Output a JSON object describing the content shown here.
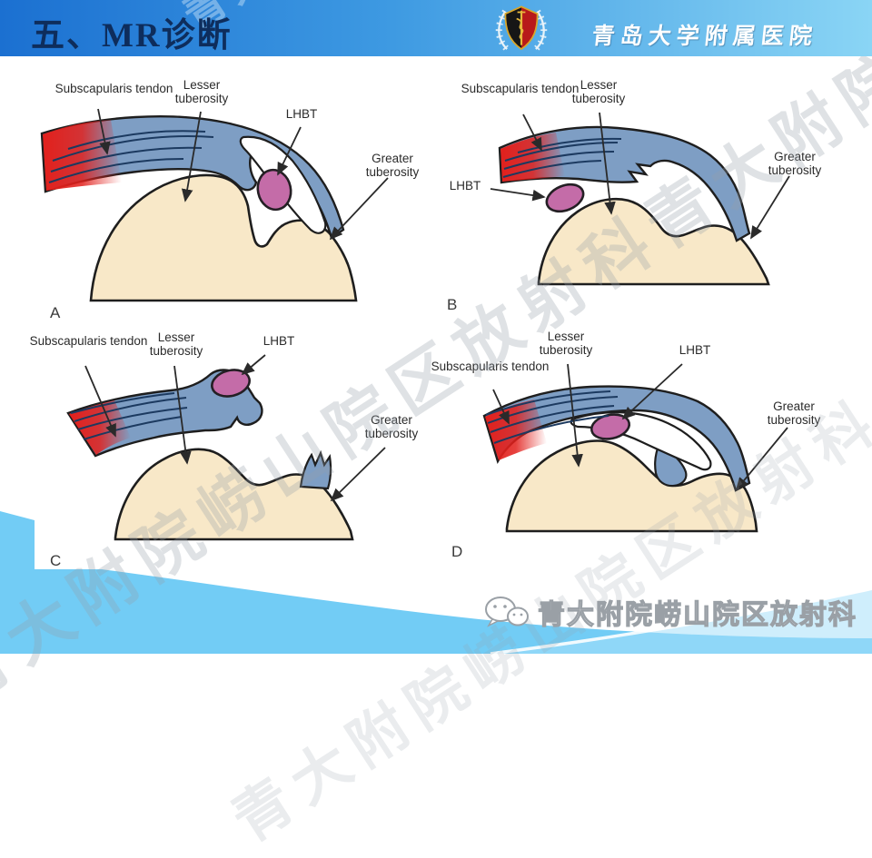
{
  "header": {
    "title": "五、MR诊断",
    "hospital": "青岛大学附属医院"
  },
  "watermark": {
    "text": "青大附院崂山院区放射科"
  },
  "footer": {
    "text": "青大附院崂山院区放射科",
    "icon": "wechat-icon"
  },
  "labels": {
    "subscapularis": "Subscapularis tendon",
    "lesser": "Lesser tuberosity",
    "lhbt": "LHBT",
    "greater": "Greater tuberosity"
  },
  "panels": [
    {
      "letter": "A"
    },
    {
      "letter": "B"
    },
    {
      "letter": "C"
    },
    {
      "letter": "D"
    }
  ],
  "colors": {
    "header_gradient_left": "#1b70d1",
    "header_gradient_right": "#8ad5f5",
    "title_text": "#0e2d5c",
    "tendon_blue": "#7e9ec4",
    "bone_cream": "#f8e8c8",
    "lhbt_pink": "#c46ca8",
    "muscle_red": "#e2201c",
    "outline": "#1e1e1e",
    "footer_wave": "#72ccf5"
  }
}
